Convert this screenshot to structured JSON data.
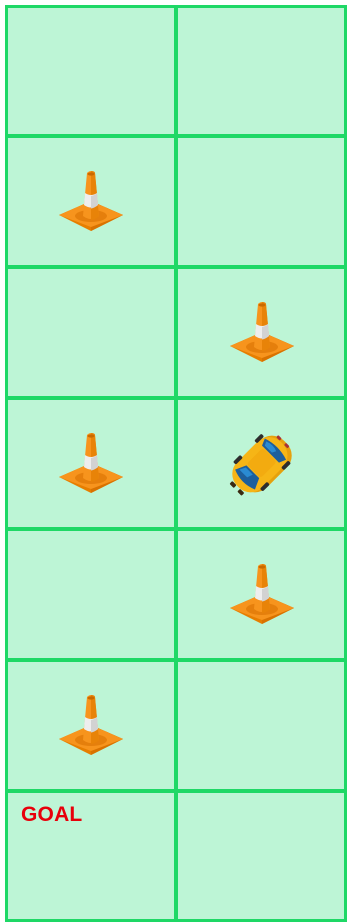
{
  "game": {
    "grid": {
      "rows": 7,
      "cols": 2
    },
    "goal": {
      "label": "GOAL",
      "row": 6,
      "col": 0
    },
    "player": {
      "type": "car",
      "icon": "car-icon",
      "row": 3,
      "col": 1,
      "color": "#f6b516"
    },
    "obstacles": [
      {
        "type": "traffic-cone",
        "icon": "traffic-cone-icon",
        "row": 1,
        "col": 0
      },
      {
        "type": "traffic-cone",
        "icon": "traffic-cone-icon",
        "row": 2,
        "col": 1
      },
      {
        "type": "traffic-cone",
        "icon": "traffic-cone-icon",
        "row": 3,
        "col": 0
      },
      {
        "type": "traffic-cone",
        "icon": "traffic-cone-icon",
        "row": 4,
        "col": 1
      },
      {
        "type": "traffic-cone",
        "icon": "traffic-cone-icon",
        "row": 5,
        "col": 0
      }
    ],
    "colors": {
      "cell_fill": "#bdf5d6",
      "grid_line": "#1ed866",
      "goal_text": "#e8000b",
      "cone": "#f7941d"
    }
  }
}
